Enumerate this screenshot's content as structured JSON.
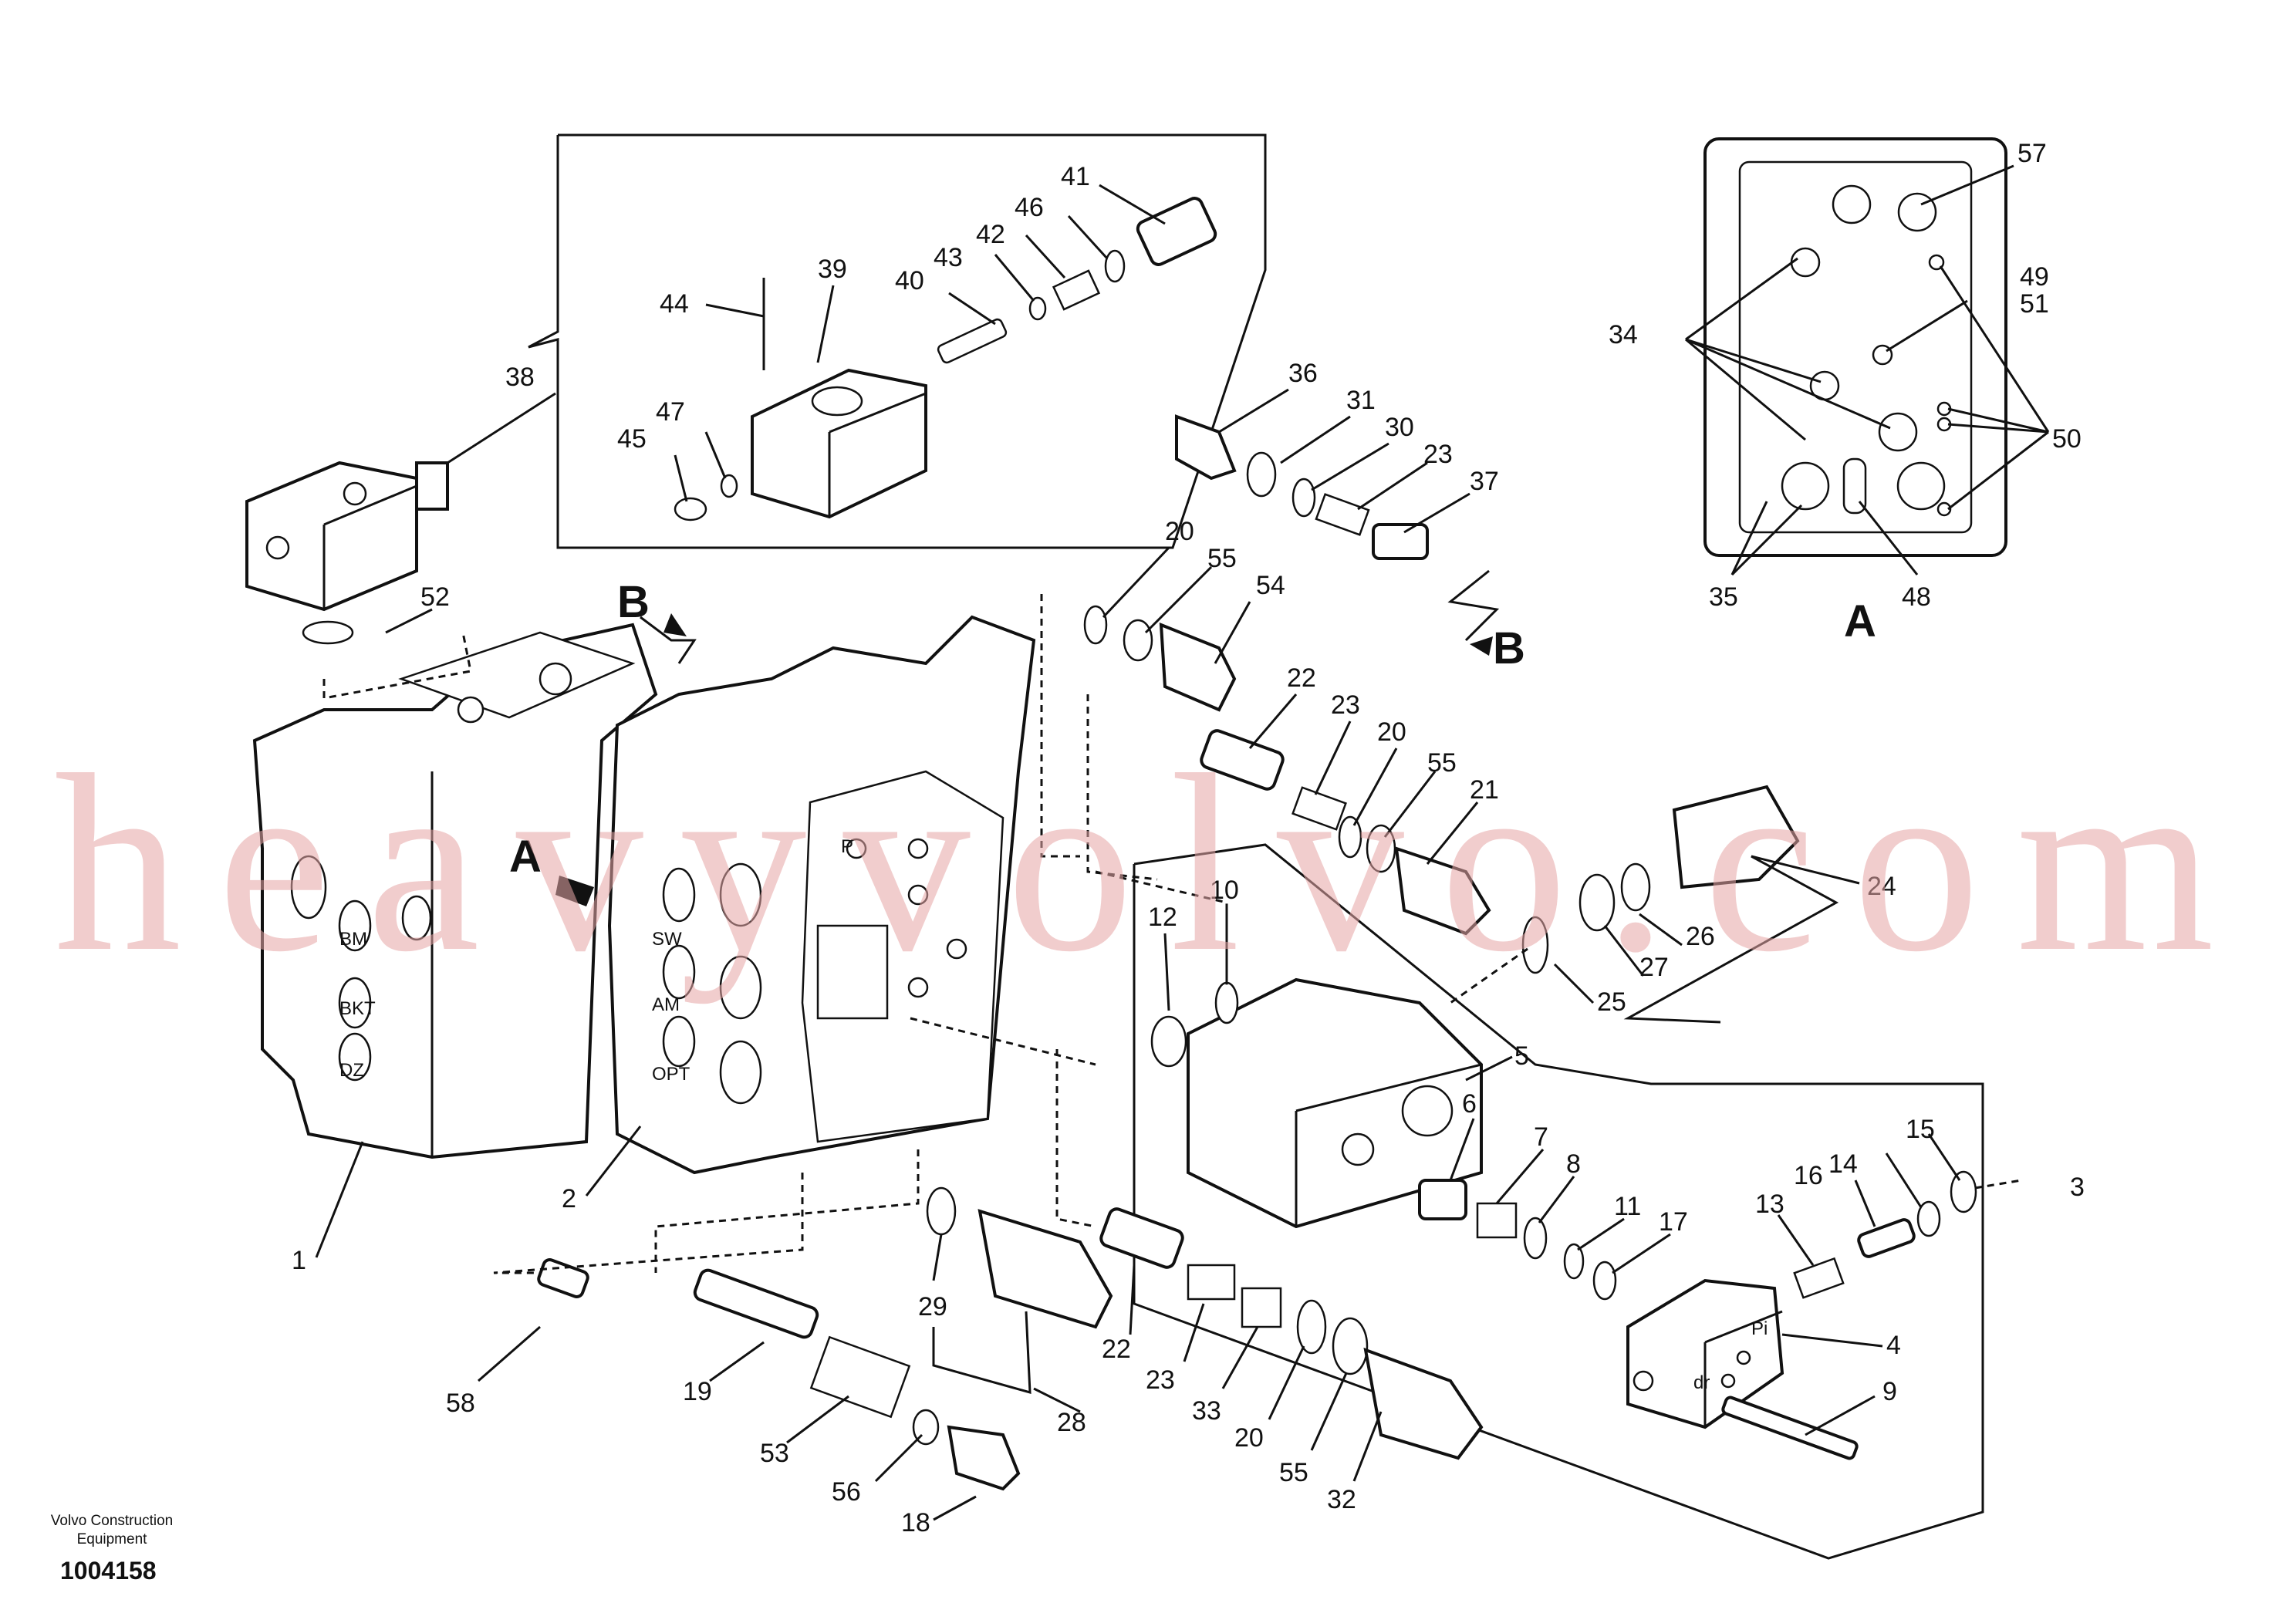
{
  "watermark": "heavyvolvo.com",
  "view_labels": {
    "a_top": "A",
    "a_side": "A",
    "b_top": "B",
    "b_right": "B"
  },
  "port_marks": [
    "BM",
    "BKT",
    "DZ",
    "SW",
    "AM",
    "OPT",
    "P",
    "Pi",
    "dr"
  ],
  "footer": {
    "brand_line1": "Volvo Construction",
    "brand_line2": "Equipment",
    "drawing_number": "1004158"
  },
  "callouts": [
    "1",
    "2",
    "3",
    "4",
    "5",
    "6",
    "7",
    "8",
    "9",
    "10",
    "11",
    "12",
    "13",
    "14",
    "15",
    "16",
    "17",
    "18",
    "19",
    "20",
    "20",
    "20",
    "21",
    "22",
    "22",
    "23",
    "23",
    "23",
    "24",
    "25",
    "26",
    "27",
    "28",
    "29",
    "30",
    "31",
    "32",
    "33",
    "34",
    "35",
    "36",
    "37",
    "38",
    "39",
    "40",
    "41",
    "42",
    "43",
    "44",
    "45",
    "46",
    "47",
    "48",
    "49",
    "50",
    "51",
    "52",
    "53",
    "54",
    "55",
    "55",
    "55",
    "56",
    "57",
    "58"
  ],
  "colors": {
    "line": "#111111",
    "watermark": "#e7a6a6",
    "background": "#ffffff"
  }
}
